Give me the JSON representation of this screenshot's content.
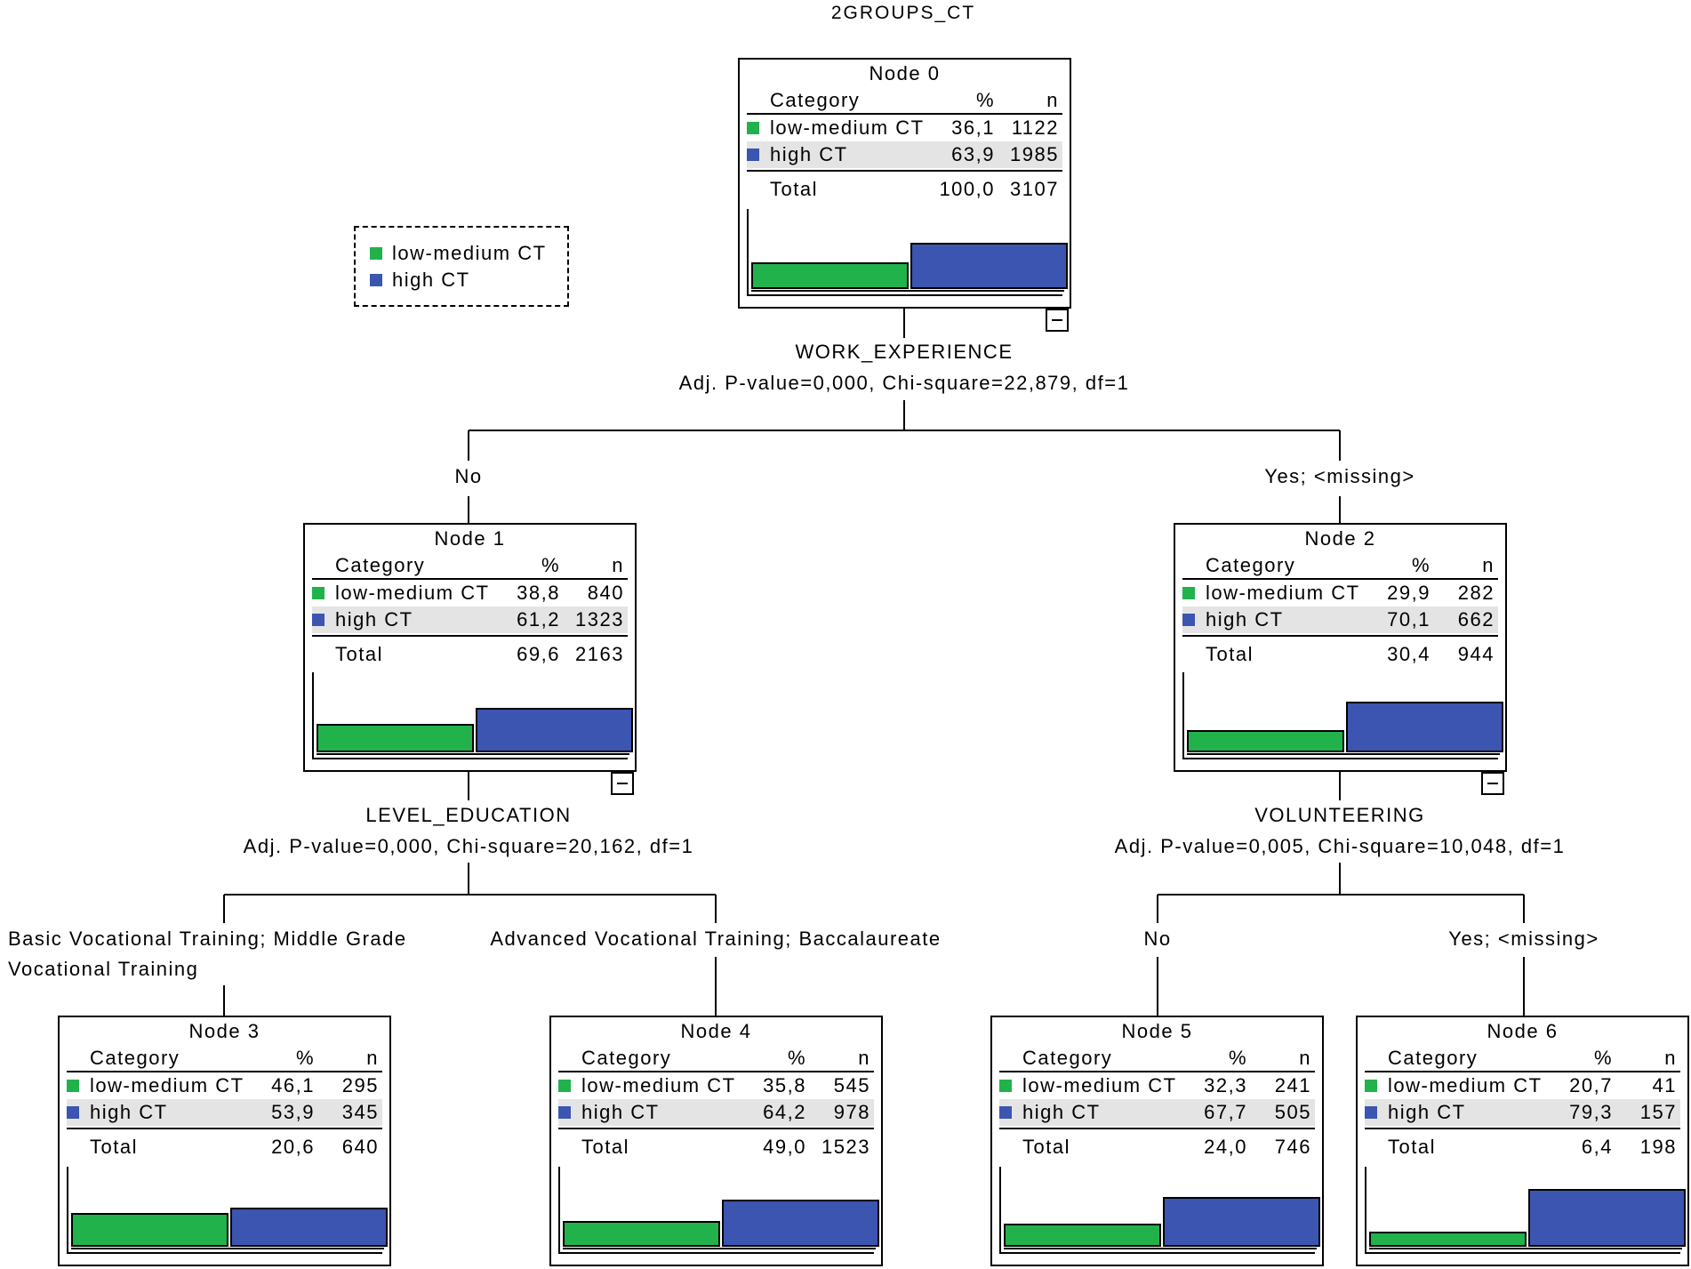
{
  "title": "2GROUPS_CT",
  "legend": [
    {
      "label": "low-medium CT",
      "color": "#22b24c"
    },
    {
      "label": "high CT",
      "color": "#3b55b0"
    }
  ],
  "table_headers": {
    "category": "Category",
    "percent": "%",
    "n": "n"
  },
  "total_label": "Total",
  "nodes": [
    {
      "title": "Node 0",
      "rows": [
        {
          "label": "low-medium CT",
          "pct": "36,1",
          "n": "1122"
        },
        {
          "label": "high CT",
          "pct": "63,9",
          "n": "1985"
        }
      ],
      "total": {
        "pct": "100,0",
        "n": "3107"
      }
    },
    {
      "title": "Node 1",
      "rows": [
        {
          "label": "low-medium CT",
          "pct": "38,8",
          "n": "840"
        },
        {
          "label": "high CT",
          "pct": "61,2",
          "n": "1323"
        }
      ],
      "total": {
        "pct": "69,6",
        "n": "2163"
      }
    },
    {
      "title": "Node 2",
      "rows": [
        {
          "label": "low-medium CT",
          "pct": "29,9",
          "n": "282"
        },
        {
          "label": "high CT",
          "pct": "70,1",
          "n": "662"
        }
      ],
      "total": {
        "pct": "30,4",
        "n": "944"
      }
    },
    {
      "title": "Node 3",
      "rows": [
        {
          "label": "low-medium CT",
          "pct": "46,1",
          "n": "295"
        },
        {
          "label": "high CT",
          "pct": "53,9",
          "n": "345"
        }
      ],
      "total": {
        "pct": "20,6",
        "n": "640"
      }
    },
    {
      "title": "Node 4",
      "rows": [
        {
          "label": "low-medium CT",
          "pct": "35,8",
          "n": "545"
        },
        {
          "label": "high CT",
          "pct": "64,2",
          "n": "978"
        }
      ],
      "total": {
        "pct": "49,0",
        "n": "1523"
      }
    },
    {
      "title": "Node 5",
      "rows": [
        {
          "label": "low-medium CT",
          "pct": "32,3",
          "n": "241"
        },
        {
          "label": "high CT",
          "pct": "67,7",
          "n": "505"
        }
      ],
      "total": {
        "pct": "24,0",
        "n": "746"
      }
    },
    {
      "title": "Node 6",
      "rows": [
        {
          "label": "low-medium CT",
          "pct": "20,7",
          "n": "41"
        },
        {
          "label": "high CT",
          "pct": "79,3",
          "n": "157"
        }
      ],
      "total": {
        "pct": "6,4",
        "n": "198"
      }
    }
  ],
  "splits": [
    {
      "variable": "WORK_EXPERIENCE",
      "stats": "Adj. P-value=0,000, Chi-square=22,879, df=1"
    },
    {
      "variable": "LEVEL_EDUCATION",
      "stats": "Adj. P-value=0,000, Chi-square=20,162, df=1"
    },
    {
      "variable": "VOLUNTEERING",
      "stats": "Adj. P-value=0,005, Chi-square=10,048, df=1"
    }
  ],
  "branches": {
    "node1": "No",
    "node2": "Yes;  <missing>",
    "node3_line1": "Basic Vocational Training; Middle Grade",
    "node3_line2": "Vocational Training",
    "node4": "Advanced Vocational Training; Baccalaureate",
    "node5": "No",
    "node6": "Yes;  <missing>"
  }
}
